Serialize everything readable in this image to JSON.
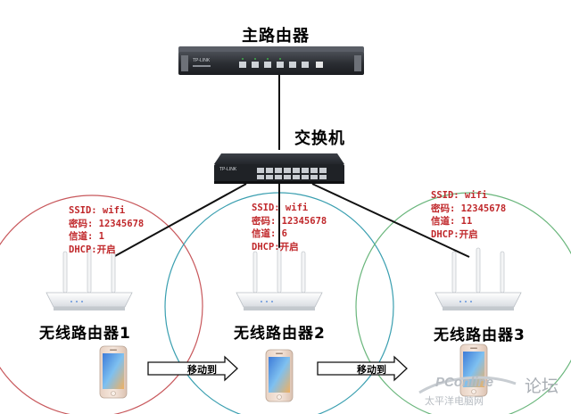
{
  "main_router": {
    "label": "主路由器",
    "brand": "TP-LINK"
  },
  "switch": {
    "label": "交换机",
    "brand": "TP-LINK"
  },
  "wireless_routers": [
    {
      "label": "无线路由器1",
      "ssid": "SSID: wifi",
      "password": "密码: 12345678",
      "channel": "信道: 1",
      "dhcp": "DHCP:开启",
      "circle_color": "#c8585c"
    },
    {
      "label": "无线路由器2",
      "ssid": "SSID: wifi",
      "password": "密码: 12345678",
      "channel": "信道: 6",
      "dhcp": "DHCP:开启",
      "circle_color": "#3a9fb0"
    },
    {
      "label": "无线路由器3",
      "ssid": "SSID: wifi",
      "password": "密码: 12345678",
      "channel": "信道: 11",
      "dhcp": "DHCP:开启",
      "circle_color": "#6ab67c"
    }
  ],
  "move_arrows": [
    {
      "label": "移动到"
    },
    {
      "label": "移动到"
    }
  ],
  "watermark": {
    "brand": "PConline",
    "brand_tagline": "太平洋电脑网",
    "forum": "论坛"
  },
  "colors": {
    "info_text": "#c0282b",
    "arrow_fill": "#ffffff",
    "device_dark": "#2b2e33"
  }
}
